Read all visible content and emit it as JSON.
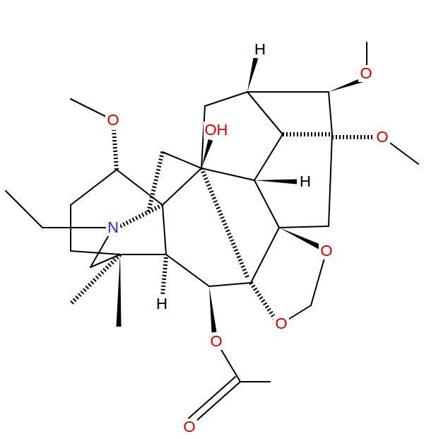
{
  "diagram": {
    "labels": [
      "H",
      "O",
      "OH",
      "O",
      "H",
      "O",
      "N",
      "O",
      "O",
      "H",
      "O",
      "O"
    ]
  }
}
